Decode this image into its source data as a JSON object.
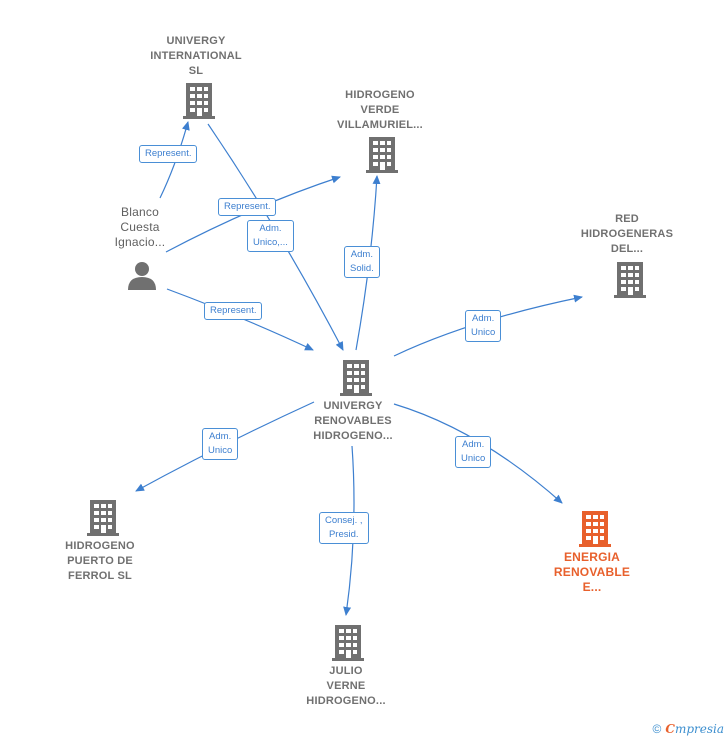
{
  "colors": {
    "edge": "#3d7fcf",
    "building": "#707070",
    "highlight": "#e8602c",
    "label_border": "#4a8fd6"
  },
  "nodes": {
    "univergy_international": {
      "lines": [
        "UNIVERGY",
        "INTERNATIONAL",
        "SL"
      ],
      "icon": "building-icon"
    },
    "hidrogeno_verde": {
      "lines": [
        "HIDROGENO",
        "VERDE",
        "VILLAMURIEL..."
      ],
      "icon": "building-icon"
    },
    "red_hidrogeneras": {
      "lines": [
        "RED",
        "HIDROGENERAS",
        "DEL..."
      ],
      "icon": "building-icon"
    },
    "blanco": {
      "lines": [
        "Blanco",
        "Cuesta",
        "Ignacio..."
      ],
      "icon": "person-icon"
    },
    "univergy_renovables": {
      "lines": [
        "UNIVERGY",
        "RENOVABLES",
        "HIDROGENO..."
      ],
      "icon": "building-icon"
    },
    "hidrogeno_puerto": {
      "lines": [
        "HIDROGENO",
        "PUERTO DE",
        "FERROL  SL"
      ],
      "icon": "building-icon"
    },
    "energia_renovable": {
      "lines": [
        "ENERGIA",
        "RENOVABLE",
        "E..."
      ],
      "icon": "building-icon"
    },
    "julio_verne": {
      "lines": [
        "JULIO",
        "VERNE",
        "HIDROGENO..."
      ],
      "icon": "building-icon"
    }
  },
  "edges": {
    "represent_1": [
      "Represent."
    ],
    "represent_2": [
      "Represent."
    ],
    "represent_3": [
      "Represent."
    ],
    "adm_unico_1": [
      "Adm.",
      "Unico,..."
    ],
    "adm_solid": [
      "Adm.",
      "Solid."
    ],
    "adm_unico_red": [
      "Adm.",
      "Unico"
    ],
    "adm_unico_puerto": [
      "Adm.",
      "Unico"
    ],
    "adm_unico_energia": [
      "Adm.",
      "Unico"
    ],
    "consej_presid": [
      "Consej. ,",
      "Presid."
    ]
  },
  "footer": {
    "copyright": "©",
    "brand_first": "C",
    "brand_rest": "mpresia"
  }
}
